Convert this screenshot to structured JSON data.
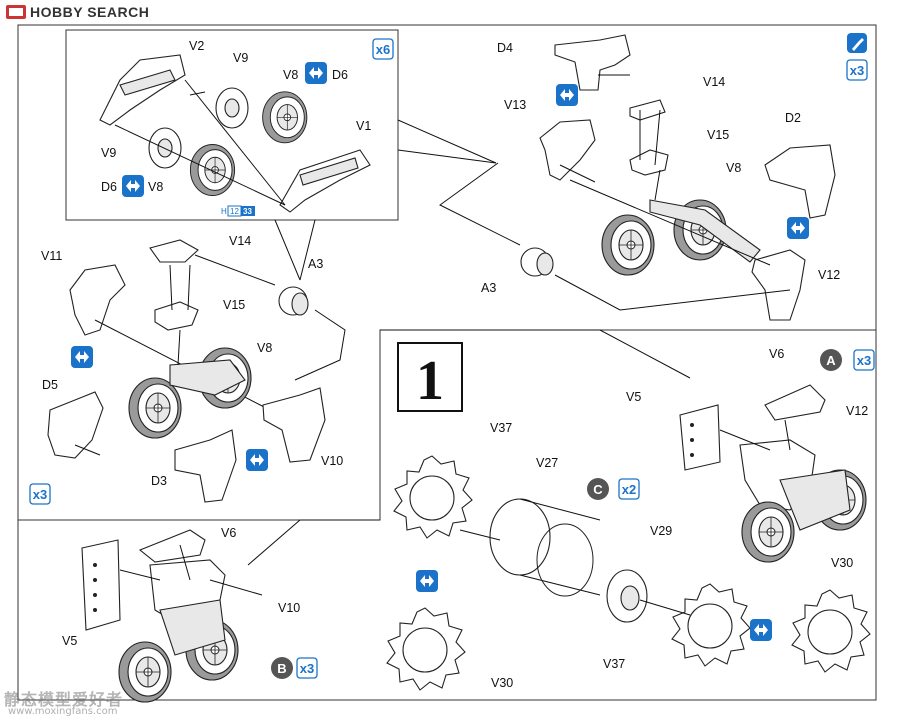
{
  "header": {
    "site_name": "HOBBY SEARCH"
  },
  "step": {
    "number": "1"
  },
  "detail_panel": {
    "multiplier": "x6",
    "labels": {
      "v2": "V2",
      "v9_top": "V9",
      "v8_top": "V8",
      "d6_top": "D6",
      "v1": "V1",
      "v9_left": "V9",
      "d6_left": "D6",
      "v8_left": "V8"
    },
    "color_chip": {
      "prefix": "H",
      "code_a": "12",
      "code_b": "33"
    }
  },
  "right_panel": {
    "multiplier": "x3",
    "labels": {
      "d4": "D4",
      "v14": "V14",
      "v13": "V13",
      "v15": "V15",
      "v8": "V8",
      "d2": "D2",
      "a3": "A3",
      "v12": "V12"
    }
  },
  "left_panel": {
    "multiplier": "x3",
    "labels": {
      "v11": "V11",
      "v14": "V14",
      "a3": "A3",
      "v15": "V15",
      "v8": "V8",
      "d5": "D5",
      "d3": "D3",
      "v10": "V10"
    }
  },
  "bottom_left": {
    "badge": "B",
    "multiplier": "x3",
    "labels": {
      "v6": "V6",
      "v10": "V10",
      "v5": "V5"
    }
  },
  "bottom_right": {
    "badge_a": "A",
    "multiplier_a": "x3",
    "badge_c": "C",
    "multiplier_c": "x2",
    "labels": {
      "v6": "V6",
      "v12": "V12",
      "v5": "V5",
      "v37_top": "V37",
      "v27": "V27",
      "v29": "V29",
      "v30_top": "V30",
      "v37_bottom": "V37",
      "v30_bottom": "V30"
    }
  },
  "watermark": {
    "text": "静态模型爱好者",
    "url": "www.moxingfans.com"
  },
  "icons": [
    "hobby-search-logo-icon",
    "cement-icon",
    "paint-brush-icon"
  ],
  "colors": {
    "multiplier_blue": "#1a73c9",
    "badge_gray": "#555555"
  }
}
